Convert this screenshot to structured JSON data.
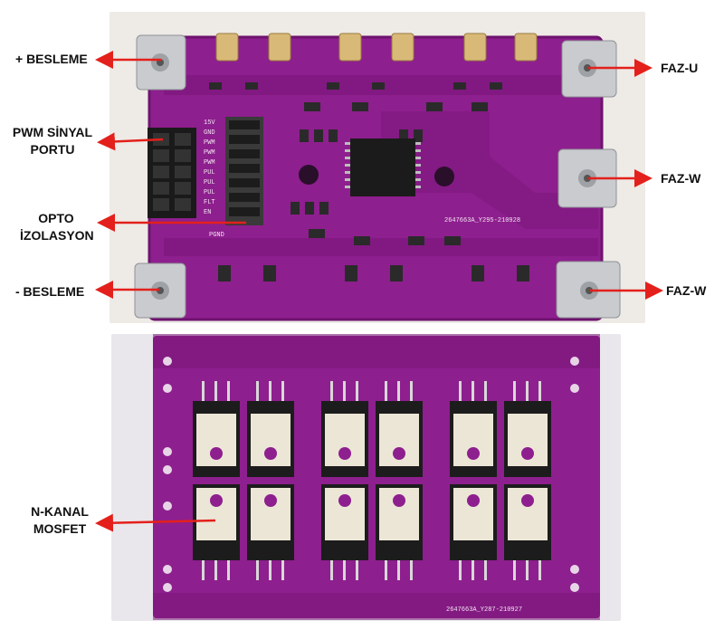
{
  "labels": {
    "besleme_plus": "+ BESLEME",
    "pwm_line1": "PWM SİNYAL",
    "pwm_line2": "PORTU",
    "opto_line1": "OPTO",
    "opto_line2": "İZOLASYON",
    "besleme_minus": "- BESLEME",
    "faz_u": "FAZ-U",
    "faz_w_1": "FAZ-W",
    "faz_w_2": "FAZ-W",
    "mosfet_line1": "N-KANAL",
    "mosfet_line2": "MOSFET"
  },
  "pcb": {
    "top_code": "2647663A_Y295-210928",
    "bottom_code": "2647663A_Y287-210927",
    "header_pins": [
      "15V",
      "GND",
      "PWM",
      "PWM",
      "PWM",
      "PUL",
      "PUL",
      "PUL",
      "FLT",
      "EN"
    ],
    "pgnd": "PGND"
  },
  "colors": {
    "pcb": "#8e1f8e",
    "pcb_dark": "#6e136f",
    "arrow": "#e3201b",
    "lug": "#c9cbcf"
  }
}
